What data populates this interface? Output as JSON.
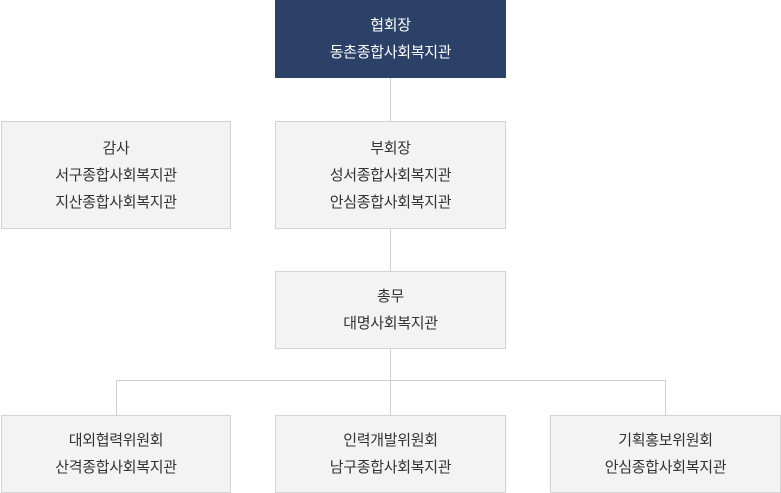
{
  "org_chart": {
    "president": {
      "role": "협회장",
      "org": "동촌종합사회복지관"
    },
    "auditor": {
      "role": "감사",
      "orgs": [
        "서구종합사회복지관",
        "지산종합사회복지관"
      ]
    },
    "vice_president": {
      "role": "부회장",
      "orgs": [
        "성서종합사회복지관",
        "안심종합사회복지관"
      ]
    },
    "general_affairs": {
      "role": "총무",
      "org": "대명사회복지관"
    },
    "committees": [
      {
        "role": "대외협력위원회",
        "org": "산격종합사회복지관"
      },
      {
        "role": "인력개발위원회",
        "org": "남구종합사회복지관"
      },
      {
        "role": "기획홍보위원회",
        "org": "안심종합사회복지관"
      }
    ]
  },
  "colors": {
    "top_box": "#2b4168",
    "box_bg": "#f3f3f3",
    "box_border": "#d4d4d4",
    "connector": "#cfcfcf"
  }
}
